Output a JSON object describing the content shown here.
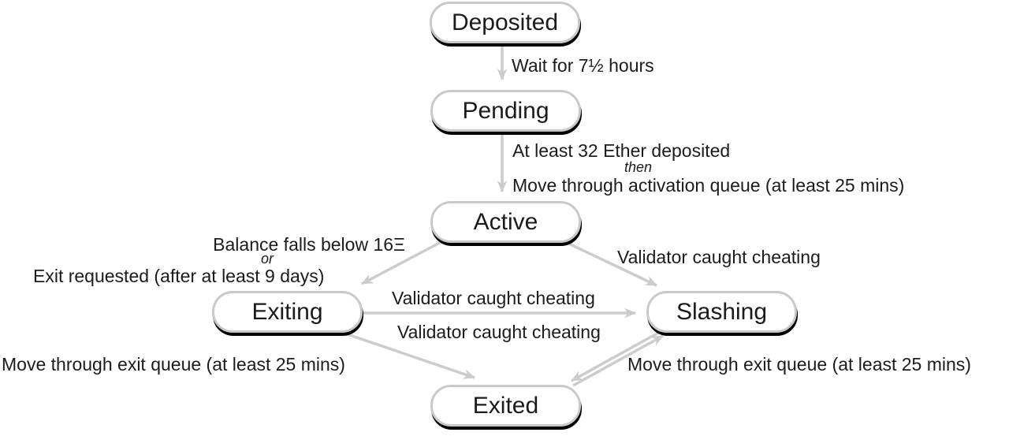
{
  "diagram_type": "state-diagram",
  "nodes": {
    "deposited": "Deposited",
    "pending": "Pending",
    "active": "Active",
    "exiting": "Exiting",
    "slashing": "Slashing",
    "exited": "Exited"
  },
  "edges": [
    {
      "from": "Deposited",
      "to": "Pending",
      "label": "Wait for 7½ hours"
    },
    {
      "from": "Pending",
      "to": "Active",
      "label": "At least 32 Ether deposited",
      "connector": "then",
      "label2": "Move through activation queue (at least 25 mins)"
    },
    {
      "from": "Active",
      "to": "Exiting",
      "label": "Balance falls below 16Ξ",
      "connector": "or",
      "label2": "Exit requested (after at least 9 days)"
    },
    {
      "from": "Active",
      "to": "Slashing",
      "label": "Validator caught cheating"
    },
    {
      "from": "Exiting",
      "to": "Slashing",
      "label": "Validator caught cheating"
    },
    {
      "from": "Exited",
      "to": "Slashing",
      "label": "Validator caught cheating"
    },
    {
      "from": "Exiting",
      "to": "Exited",
      "label": "Move through exit queue (at least 25 mins)"
    },
    {
      "from": "Slashing",
      "to": "Exited",
      "label": "Move through exit queue (at least 25 mins)"
    }
  ],
  "colors": {
    "arrow": "#cccccc",
    "node_border": "#c9c9c9",
    "node_fill": "#ffffff",
    "node_shadow": "#000000",
    "text": "#1b1b1b",
    "background": "#ffffff"
  }
}
